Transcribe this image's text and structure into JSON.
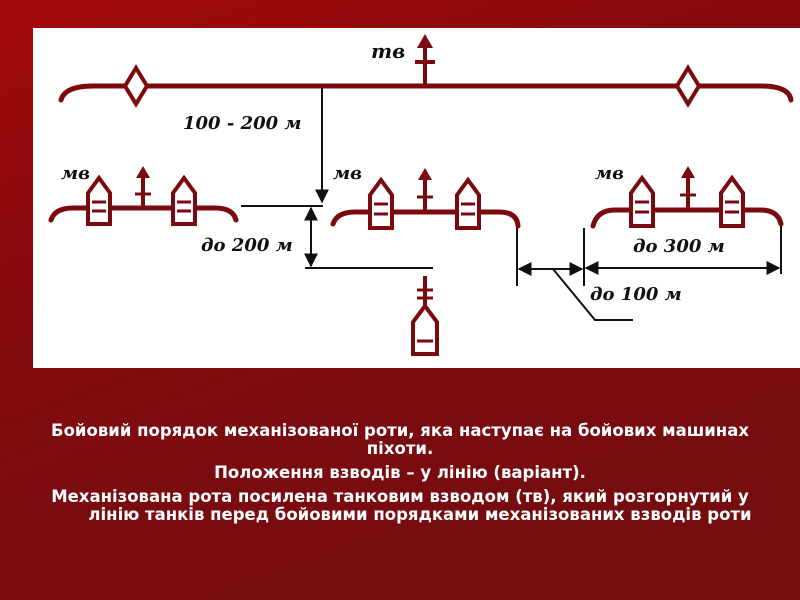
{
  "diagram": {
    "tank_label": "тв",
    "dist_tank_line": "100 - 200 м",
    "platoon_label": "мв",
    "dist_ahead": "до 200 м",
    "dist_front": "до 300 м",
    "dist_gap": "до 100 м"
  },
  "caption": {
    "line1": "Бойовий порядок механізованої роти, яка наступає на бойових машинах піхоти.",
    "line2": "Положення взводів – у лінію (варіант).",
    "line3": "Механізована рота посилена танковим взводом (тв), який розгорнутий у лінію танків перед бойовими порядками механізованих взводів роти"
  },
  "colors": {
    "background": "#7a0a0d",
    "panel": "#ffffff",
    "symbol": "#7a0a0d",
    "ink": "#111111",
    "caption_text": "#ffffff"
  }
}
